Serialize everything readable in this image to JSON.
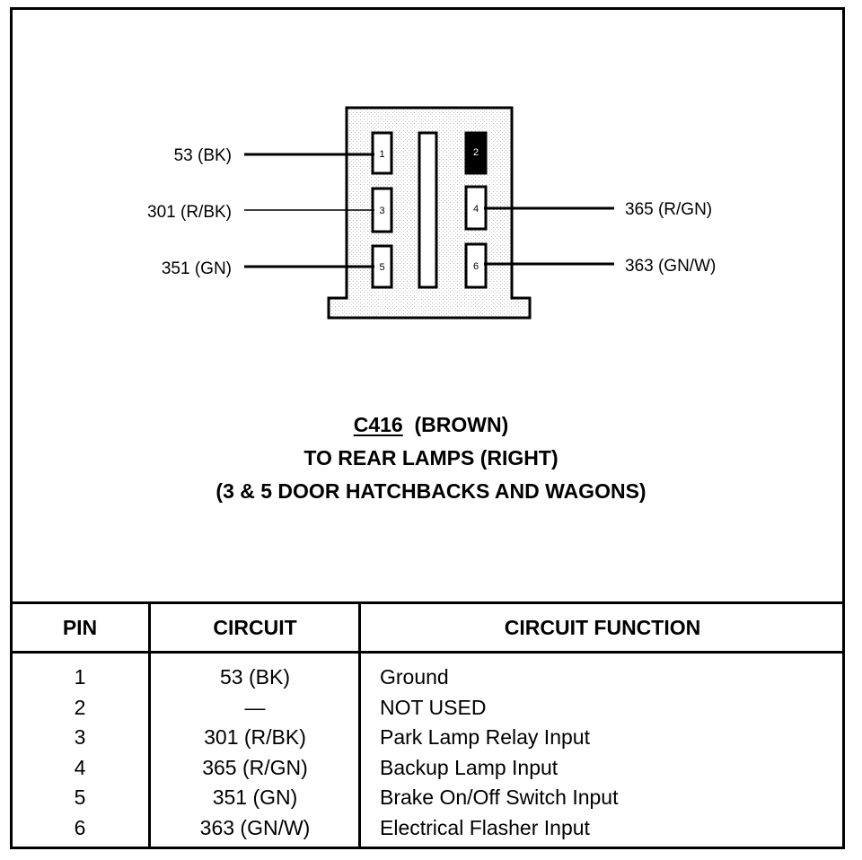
{
  "connector": {
    "left_labels": [
      "53 (BK)",
      "301 (R/BK)",
      "351 (GN)"
    ],
    "right_labels": [
      "365 (R/GN)",
      "363 (GN/W)"
    ],
    "pins": [
      "1",
      "2",
      "3",
      "4",
      "5",
      "6"
    ]
  },
  "caption": {
    "code": "C416",
    "color": "(BROWN)",
    "line2": "TO REAR LAMPS (RIGHT)",
    "line3": "(3 & 5 DOOR HATCHBACKS AND WAGONS)"
  },
  "table": {
    "headers": {
      "pin": "PIN",
      "circuit": "CIRCUIT",
      "function": "CIRCUIT FUNCTION"
    },
    "rows": [
      {
        "pin": "1",
        "circuit": "53 (BK)",
        "function": "Ground"
      },
      {
        "pin": "2",
        "circuit": "—",
        "function": "NOT USED"
      },
      {
        "pin": "3",
        "circuit": "301 (R/BK)",
        "function": "Park Lamp Relay Input"
      },
      {
        "pin": "4",
        "circuit": "365 (R/GN)",
        "function": "Backup Lamp Input"
      },
      {
        "pin": "5",
        "circuit": "351 (GN)",
        "function": "Brake On/Off Switch Input"
      },
      {
        "pin": "6",
        "circuit": "363 (GN/W)",
        "function": "Electrical Flasher Input"
      }
    ]
  }
}
